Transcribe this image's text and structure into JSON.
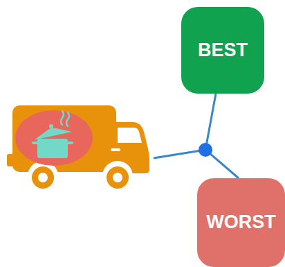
{
  "diagram": {
    "nodes": [
      {
        "text": [
          "BEST"
        ]
      },
      {
        "text": [
          "WORST"
        ]
      }
    ],
    "edges": [
      {
        "from": 0,
        "to": 1,
        "arrow": "none"
      }
    ]
  }
}
